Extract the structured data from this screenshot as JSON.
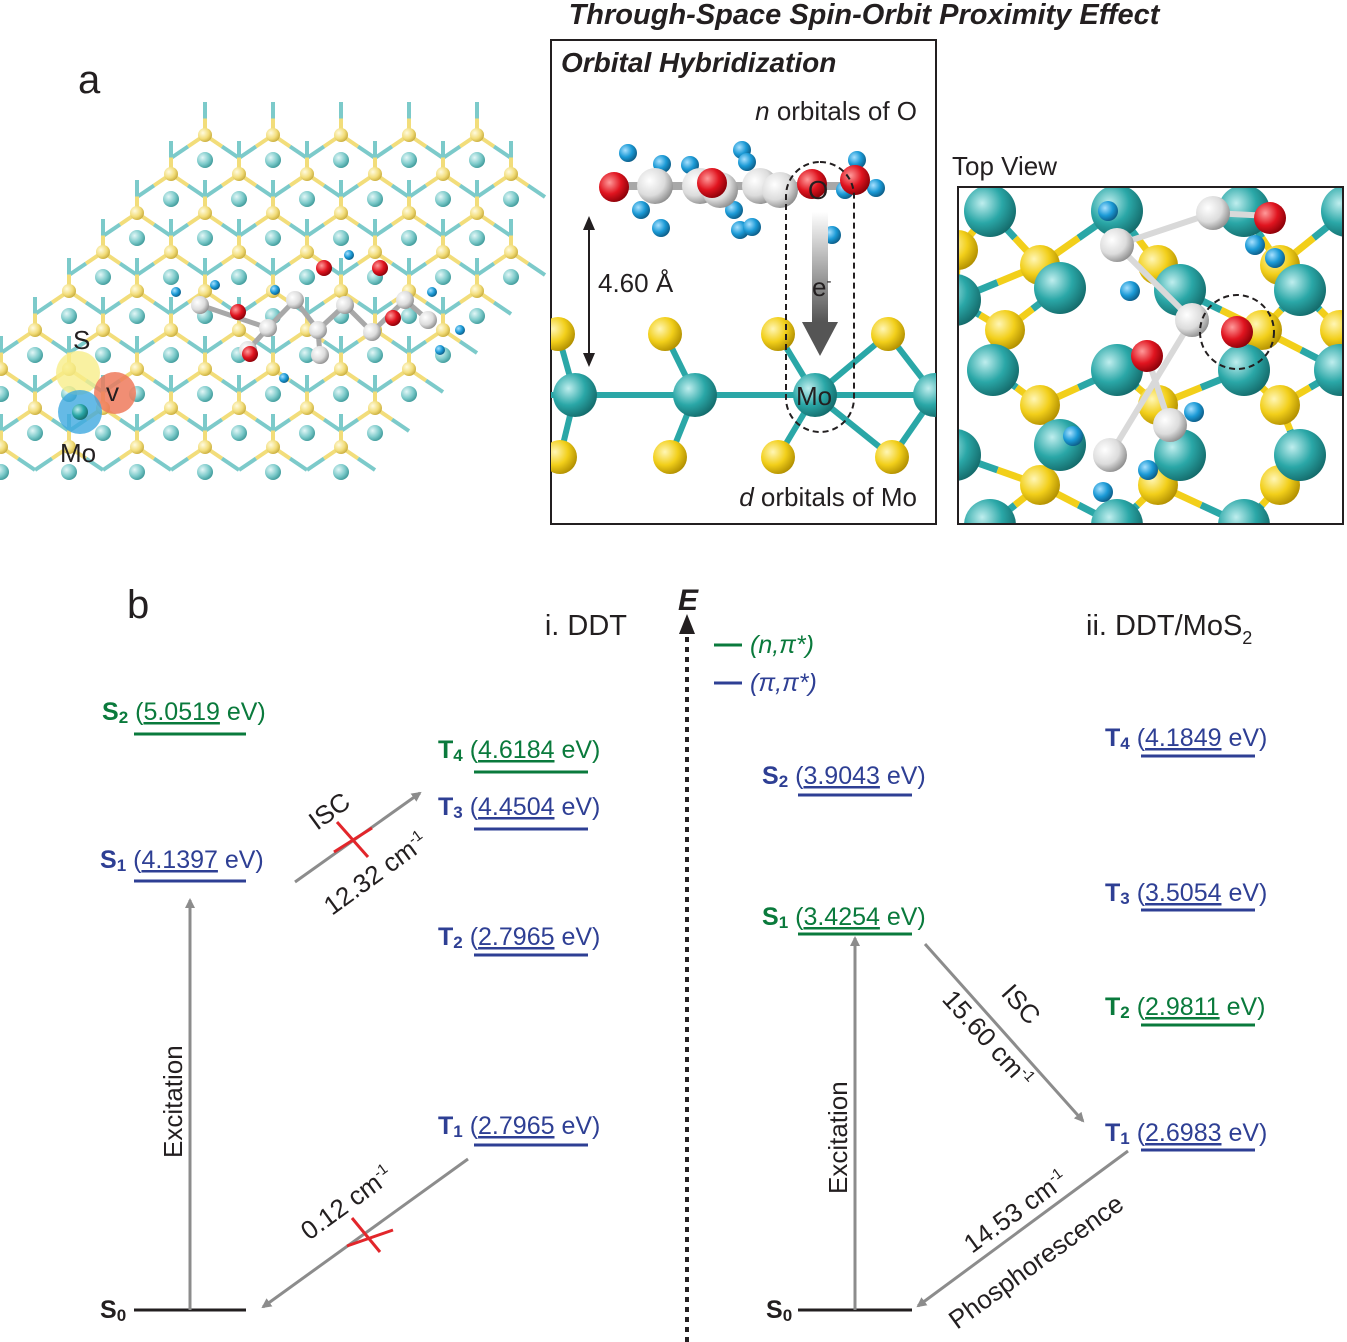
{
  "colors": {
    "pi_pi_level": "#2e3f94",
    "n_pi_level": "#0a7a3c",
    "ground_level": "#231f20",
    "arrow_gray": "#8c8c8c",
    "forbidden_x": "#e2262b",
    "mo_atom": "#2aa7a7",
    "s_atom": "#f2cf1a",
    "o_atom": "#e0141f",
    "h_atom": "#1b9ad6",
    "c_atom": "#d9d9d9"
  },
  "header": {
    "title": "Through-Space Spin-Orbit Proximity Effect"
  },
  "panel_a": {
    "label": "a",
    "lattice": {
      "s_label": "S",
      "v_label": "v",
      "mo_label": "Mo"
    },
    "hybridization": {
      "title": "Orbital Hybridization",
      "n_orbital_label_italic": "n",
      "n_orbital_label_rest": " orbitals of O",
      "d_orbital_label_italic": "d",
      "d_orbital_label_rest": " orbitals of Mo",
      "distance": "4.60 Å",
      "o_label": "O",
      "mo_label": "Mo",
      "electron_label": "e",
      "electron_sup": "-"
    },
    "top_view": {
      "title": "Top View"
    }
  },
  "panel_b": {
    "label": "b",
    "axis_label": "E",
    "legend": [
      {
        "label": "(n,π*)",
        "color": "#0a7a3c"
      },
      {
        "label": "(π,π*)",
        "color": "#2e3f94"
      }
    ],
    "ddt": {
      "title": "i. DDT",
      "levels": [
        {
          "state": "S",
          "sub": "2",
          "energy": "5.0519",
          "unit": " eV)",
          "type": "n_pi"
        },
        {
          "state": "T",
          "sub": "4",
          "energy": "4.6184",
          "unit": " eV)",
          "type": "n_pi"
        },
        {
          "state": "T",
          "sub": "3",
          "energy": "4.4504",
          "unit": " eV)",
          "type": "pi_pi"
        },
        {
          "state": "S",
          "sub": "1",
          "energy": "4.1397",
          "unit": " eV)",
          "type": "pi_pi"
        },
        {
          "state": "T",
          "sub": "2",
          "energy": "2.7965",
          "unit": " eV)",
          "type": "pi_pi"
        },
        {
          "state": "T",
          "sub": "1",
          "energy": "2.7965",
          "unit": " eV)",
          "type": "pi_pi"
        },
        {
          "state": "S",
          "sub": "0",
          "energy": "",
          "unit": "",
          "type": "ground"
        }
      ],
      "arrows": {
        "excitation": "Excitation",
        "isc": "ISC",
        "isc_coupling": "12.32 cm",
        "isc_coupling_sup": "-1",
        "t1_coupling": "0.12 cm",
        "t1_coupling_sup": "-1"
      }
    },
    "ddt_mos2": {
      "title": "ii. DDT/MoS",
      "title_sub": "2",
      "levels": [
        {
          "state": "T",
          "sub": "4",
          "energy": "4.1849",
          "unit": " eV)",
          "type": "pi_pi"
        },
        {
          "state": "S",
          "sub": "2",
          "energy": "3.9043",
          "unit": " eV)",
          "type": "pi_pi"
        },
        {
          "state": "T",
          "sub": "3",
          "energy": "3.5054",
          "unit": " eV)",
          "type": "pi_pi"
        },
        {
          "state": "S",
          "sub": "1",
          "energy": "3.4254",
          "unit": " eV)",
          "type": "n_pi"
        },
        {
          "state": "T",
          "sub": "2",
          "energy": "2.9811",
          "unit": " eV)",
          "type": "n_pi"
        },
        {
          "state": "T",
          "sub": "1",
          "energy": "2.6983",
          "unit": " eV)",
          "type": "pi_pi"
        },
        {
          "state": "S",
          "sub": "0",
          "energy": "",
          "unit": "",
          "type": "ground"
        }
      ],
      "arrows": {
        "excitation": "Excitation",
        "isc": "ISC",
        "isc_coupling": "15.60 cm",
        "isc_coupling_sup": "-1",
        "phos_coupling": "14.53 cm",
        "phos_coupling_sup": "-1",
        "phosphorescence": "Phosphorescence"
      }
    }
  }
}
